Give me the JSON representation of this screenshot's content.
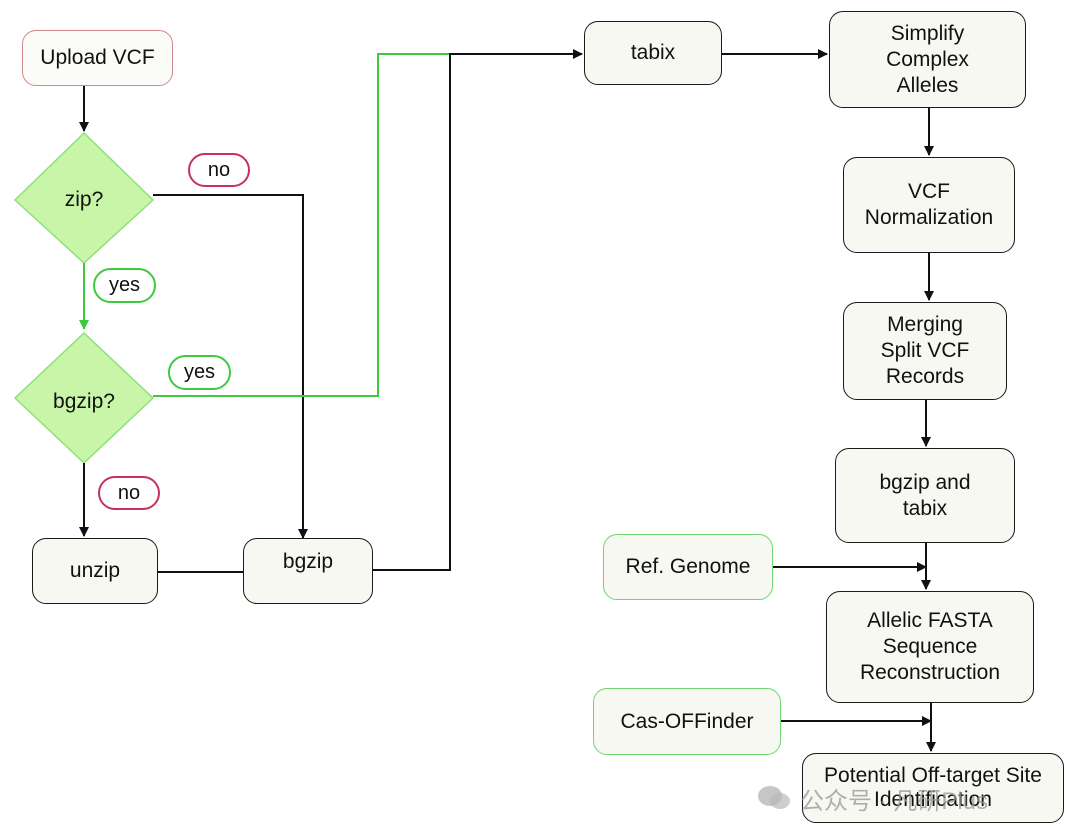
{
  "nodes": {
    "upload_vcf": "Upload VCF",
    "unzip": "unzip",
    "bgzip": "bgzip",
    "tabix": "tabix",
    "simplify": "Simplify\nComplex\nAlleles",
    "vcf_norm": "VCF\nNormalization",
    "merging": "Merging\nSplit VCF\nRecords",
    "bgzip_tabix": "bgzip and\ntabix",
    "ref_genome": "Ref. Genome",
    "allelic_fasta": "Allelic FASTA\nSequence\nReconstruction",
    "cas_offinder": "Cas-OFFinder",
    "potential_site": "Potential Off-target Site\nIdentification"
  },
  "decisions": {
    "zip": "zip?",
    "bgzip": "bgzip?"
  },
  "edge_labels": {
    "zip_no": "no",
    "zip_yes": "yes",
    "bgzip_yes": "yes",
    "bgzip_no": "no"
  },
  "watermark": "公众号 · 凡研Plus",
  "colors": {
    "edge": "#111111",
    "edge_yes": "#3ccb3c",
    "diamond_fill": "#c9f5a9",
    "diamond_stroke": "#8fe07a",
    "start_border": "#d4868e",
    "input_border": "#6fd66f",
    "pill_no": "#c7315a",
    "pill_yes": "#3ccb3c"
  }
}
